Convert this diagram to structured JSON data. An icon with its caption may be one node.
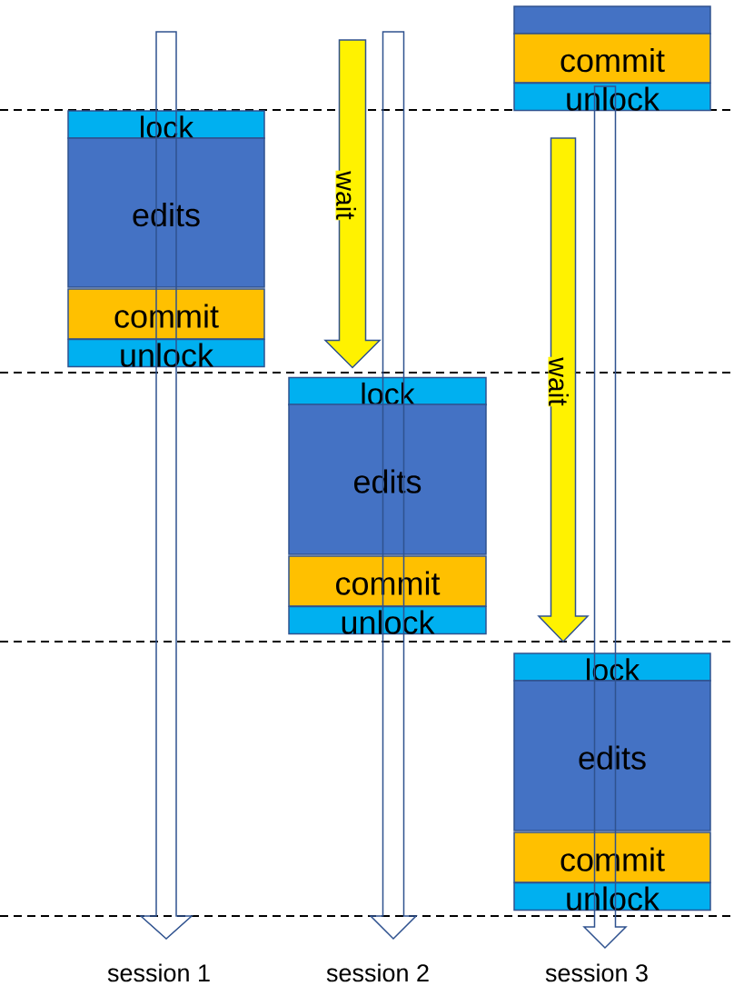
{
  "diagram": {
    "nodes": [
      {
        "text": [
          "lock"
        ]
      },
      {
        "text": [
          "edits"
        ]
      },
      {
        "text": [
          "commit"
        ]
      },
      {
        "text": [
          "unlock"
        ]
      },
      {
        "text": [
          "lock"
        ]
      },
      {
        "text": [
          "edits"
        ]
      },
      {
        "text": [
          "commit"
        ]
      },
      {
        "text": [
          "unlock"
        ]
      },
      {
        "text": [],
        "shape": "box"
      },
      {
        "text": [
          "commit"
        ]
      },
      {
        "text": [
          "unlock"
        ]
      },
      {
        "text": [
          "lock"
        ]
      },
      {
        "text": [
          "edits"
        ]
      },
      {
        "text": [
          "commit"
        ]
      },
      {
        "text": [
          "unlock"
        ]
      },
      {
        "text": [
          "session 1"
        ]
      },
      {
        "text": [
          "session 2"
        ]
      },
      {
        "text": [
          "session 3"
        ]
      }
    ],
    "edges": [
      {
        "from": null,
        "to": 15,
        "arrow": "to"
      },
      {
        "from": null,
        "to": 16,
        "arrow": "to"
      },
      {
        "from": null,
        "to": 17,
        "arrow": "to"
      },
      {
        "from": null,
        "to": 4,
        "arrow": "to",
        "label": "wait"
      },
      {
        "from": null,
        "to": 11,
        "arrow": "to",
        "label": "wait"
      }
    ]
  }
}
